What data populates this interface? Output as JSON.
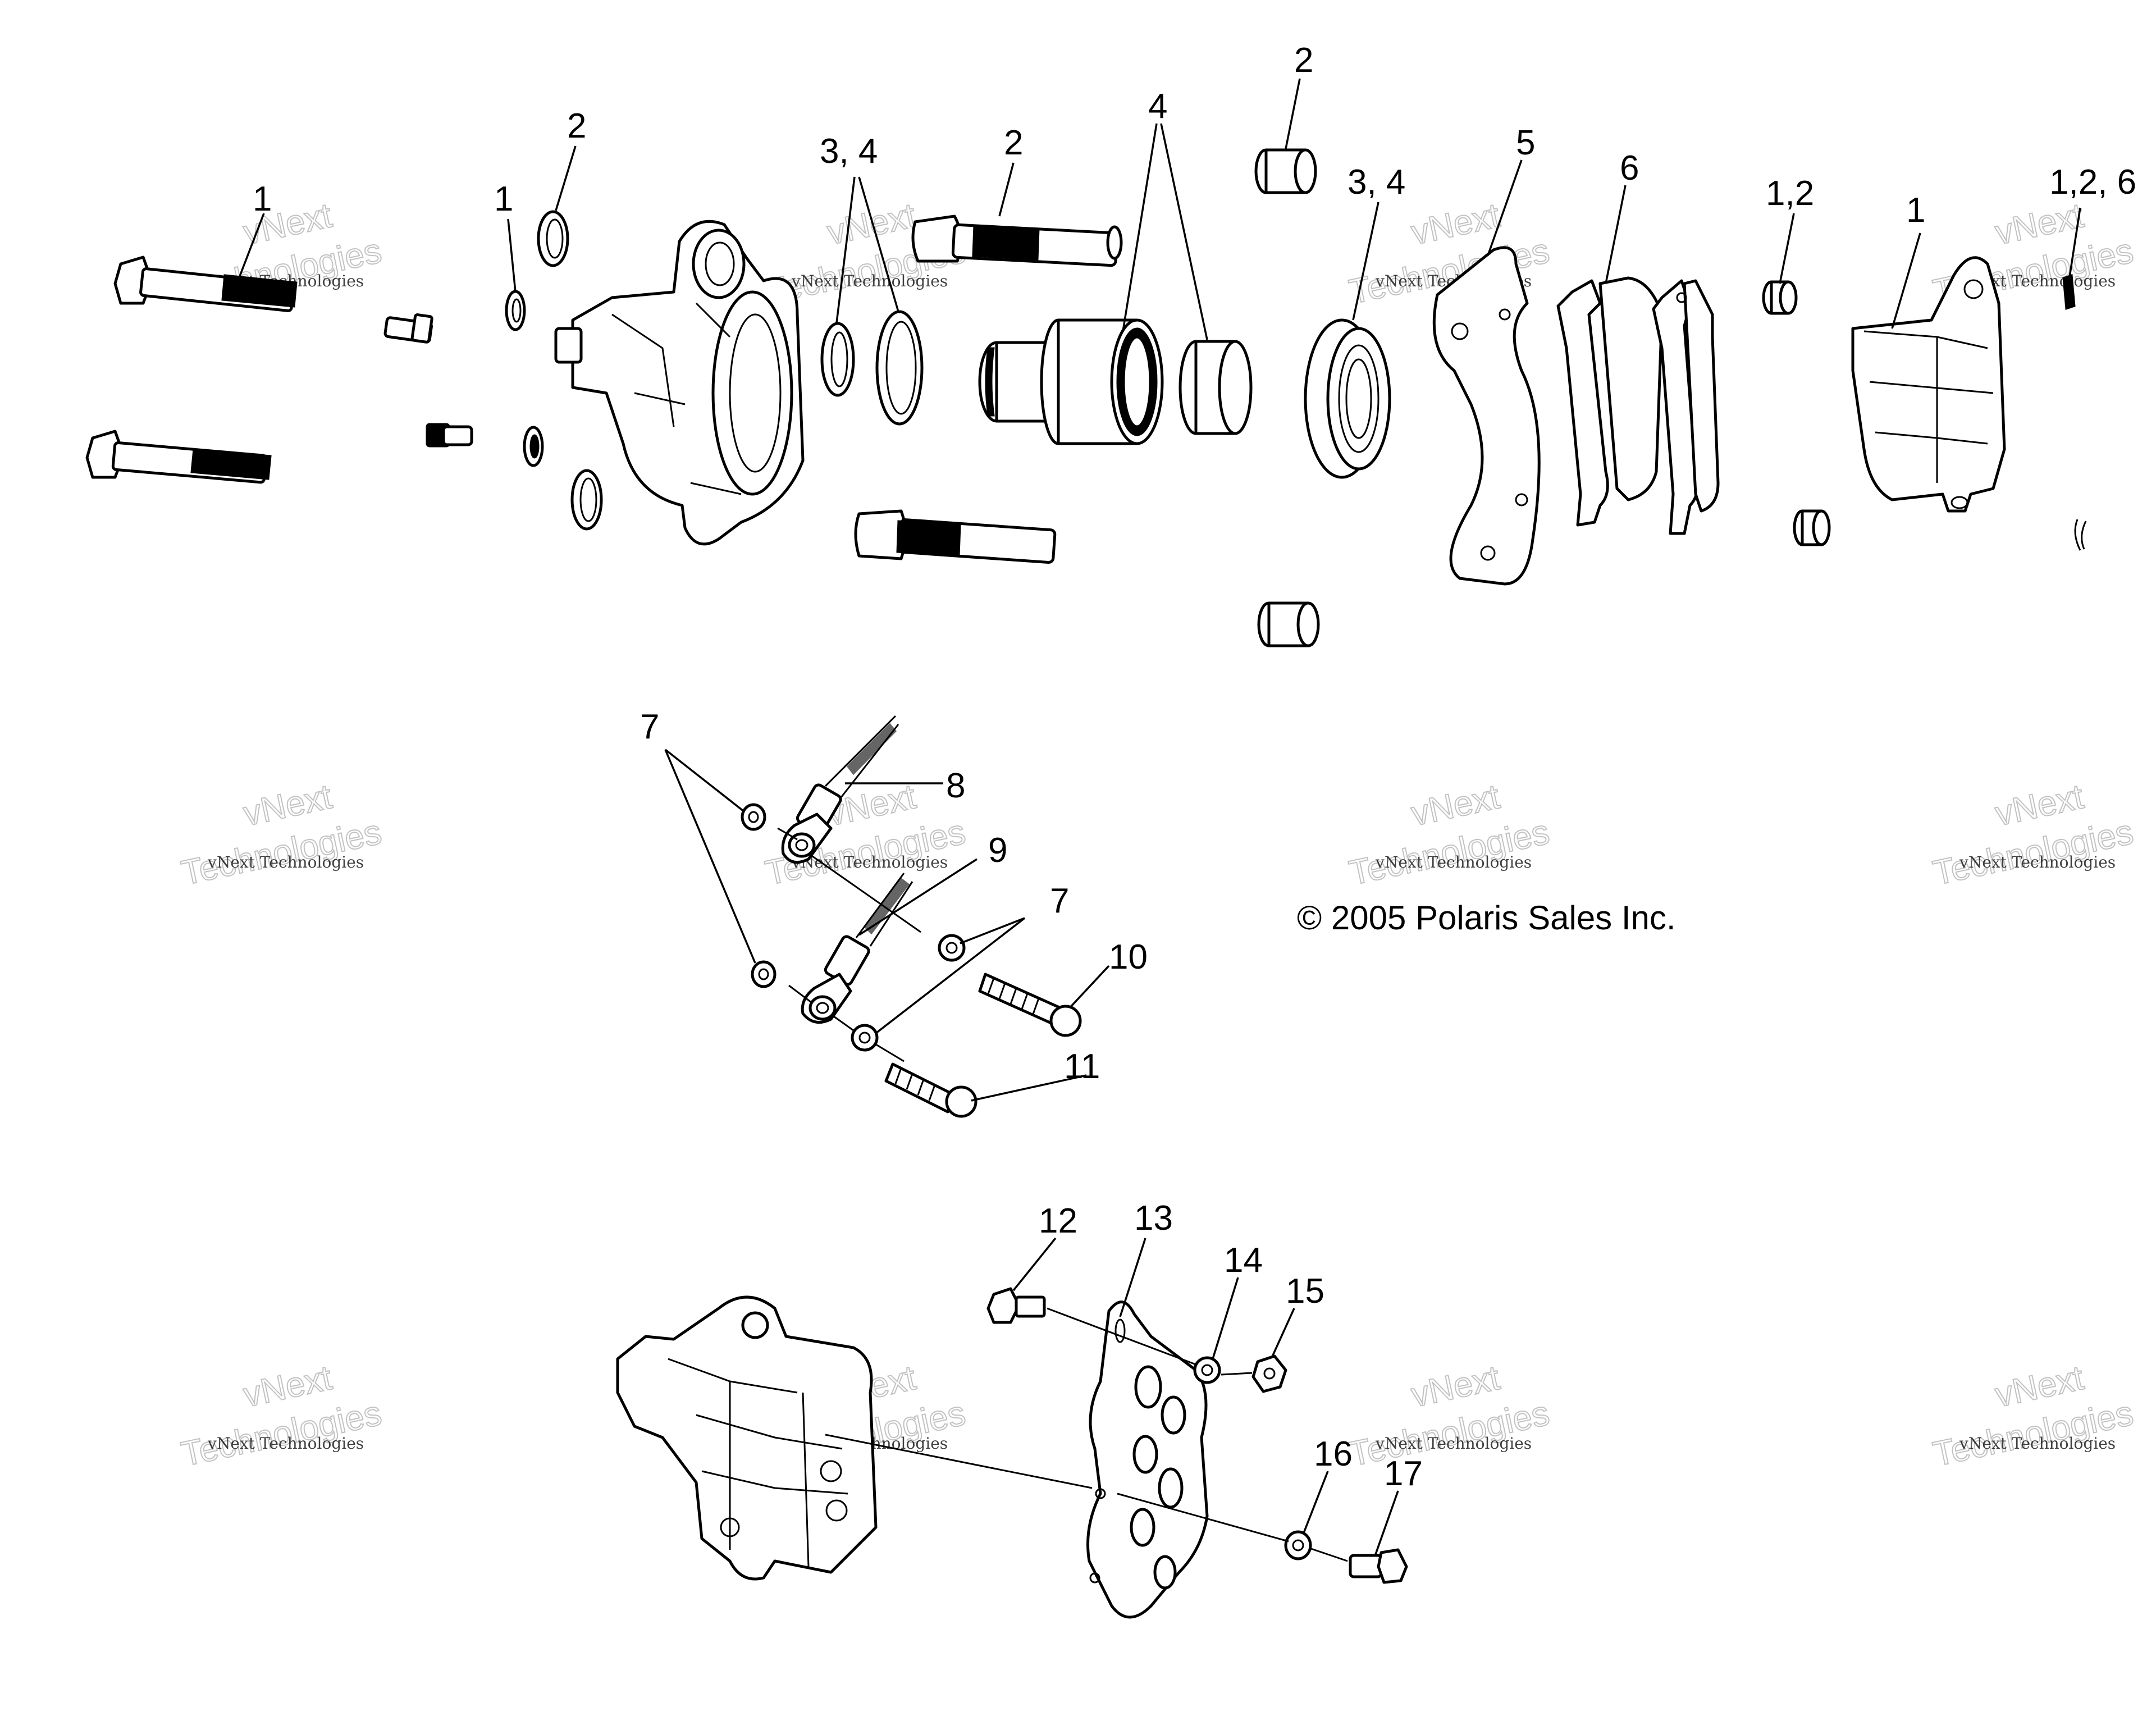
{
  "copyright": "© 2005 Polaris Sales Inc.",
  "watermark": {
    "line1": "vNext Technologies",
    "line2": "vNext",
    "line3": "Technologies"
  },
  "callouts": {
    "c1a": "1",
    "c1b": "1",
    "c1c": "1",
    "c2a": "2",
    "c2b": "2",
    "c2c": "2",
    "c34a": "3, 4",
    "c34b": "3, 4",
    "c4": "4",
    "c5": "5",
    "c6": "6",
    "c12": "1,2",
    "c126": "1,2, 6",
    "c7a": "7",
    "c7b": "7",
    "c8": "8",
    "c9": "9",
    "c10": "10",
    "c11": "11",
    "c12b": "12",
    "c13": "13",
    "c14": "14",
    "c15": "15",
    "c16": "16",
    "c17": "17"
  },
  "colors": {
    "line": "#000000",
    "background": "#ffffff",
    "watermark": "#9a9a9a"
  }
}
